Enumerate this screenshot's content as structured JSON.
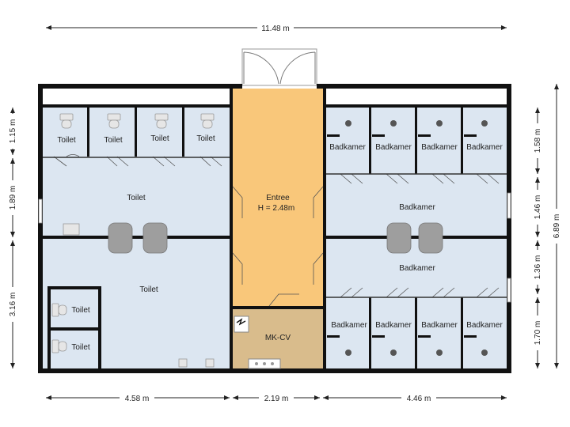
{
  "dimensions": {
    "top": "11.48 m",
    "bottom_left": "4.58 m",
    "bottom_mid": "2.19 m",
    "bottom_right": "4.46 m",
    "left_1": "1.15 m",
    "left_2": "1.89 m",
    "left_3": "3.16 m",
    "right_1": "1.58 m",
    "right_2": "1.46 m",
    "right_3": "1.36 m",
    "right_4": "1.70 m",
    "right_total": "6.89 m"
  },
  "rooms": {
    "toilet_stall_1": "Toilet",
    "toilet_stall_2": "Toilet",
    "toilet_stall_3": "Toilet",
    "toilet_stall_4": "Toilet",
    "toilet_mid": "Toilet",
    "toilet_large": "Toilet",
    "toilet_small_1": "Toilet",
    "toilet_small_2": "Toilet",
    "entree": "Entree",
    "entree_height": "H = 2.48m",
    "mkcv": "MK-CV",
    "badkamer_top_1": "Badkamer",
    "badkamer_top_2": "Badkamer",
    "badkamer_top_3": "Badkamer",
    "badkamer_top_4": "Badkamer",
    "badkamer_mid_1": "Badkamer",
    "badkamer_mid_2": "Badkamer",
    "badkamer_bot_1": "Badkamer",
    "badkamer_bot_2": "Badkamer",
    "badkamer_bot_3": "Badkamer",
    "badkamer_bot_4": "Badkamer"
  },
  "colors": {
    "room_blue": "#dce6f1",
    "entree_orange": "#f9c77a",
    "mkcv_tan": "#d9bc8c",
    "wall": "#111111"
  }
}
